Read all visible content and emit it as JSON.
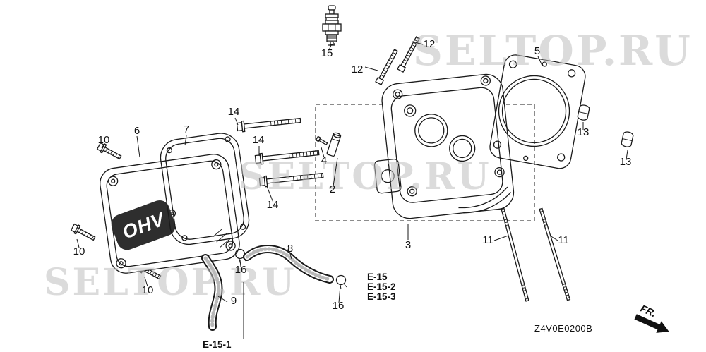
{
  "diagram": {
    "watermarks": [
      "SELTOP.RU",
      "SELTOP.RU",
      "SELTOP.RU"
    ],
    "cover_badge": "OHV",
    "code": "Z4V0E0200B",
    "fr_label": "FR.",
    "callouts": [
      {
        "label": "15"
      },
      {
        "label": "12"
      },
      {
        "label": "12"
      },
      {
        "label": "5"
      },
      {
        "label": "13"
      },
      {
        "label": "13"
      },
      {
        "label": "14"
      },
      {
        "label": "14"
      },
      {
        "label": "14"
      },
      {
        "label": "6"
      },
      {
        "label": "7"
      },
      {
        "label": "10"
      },
      {
        "label": "10"
      },
      {
        "label": "10"
      },
      {
        "label": "4"
      },
      {
        "label": "2"
      },
      {
        "label": "3"
      },
      {
        "label": "11"
      },
      {
        "label": "11"
      },
      {
        "label": "8"
      },
      {
        "label": "9"
      },
      {
        "label": "16"
      },
      {
        "label": "16"
      }
    ],
    "refs": [
      {
        "label": "E-15"
      },
      {
        "label": "E-15-2"
      },
      {
        "label": "E-15-3"
      },
      {
        "label": "E-15-1"
      }
    ]
  }
}
